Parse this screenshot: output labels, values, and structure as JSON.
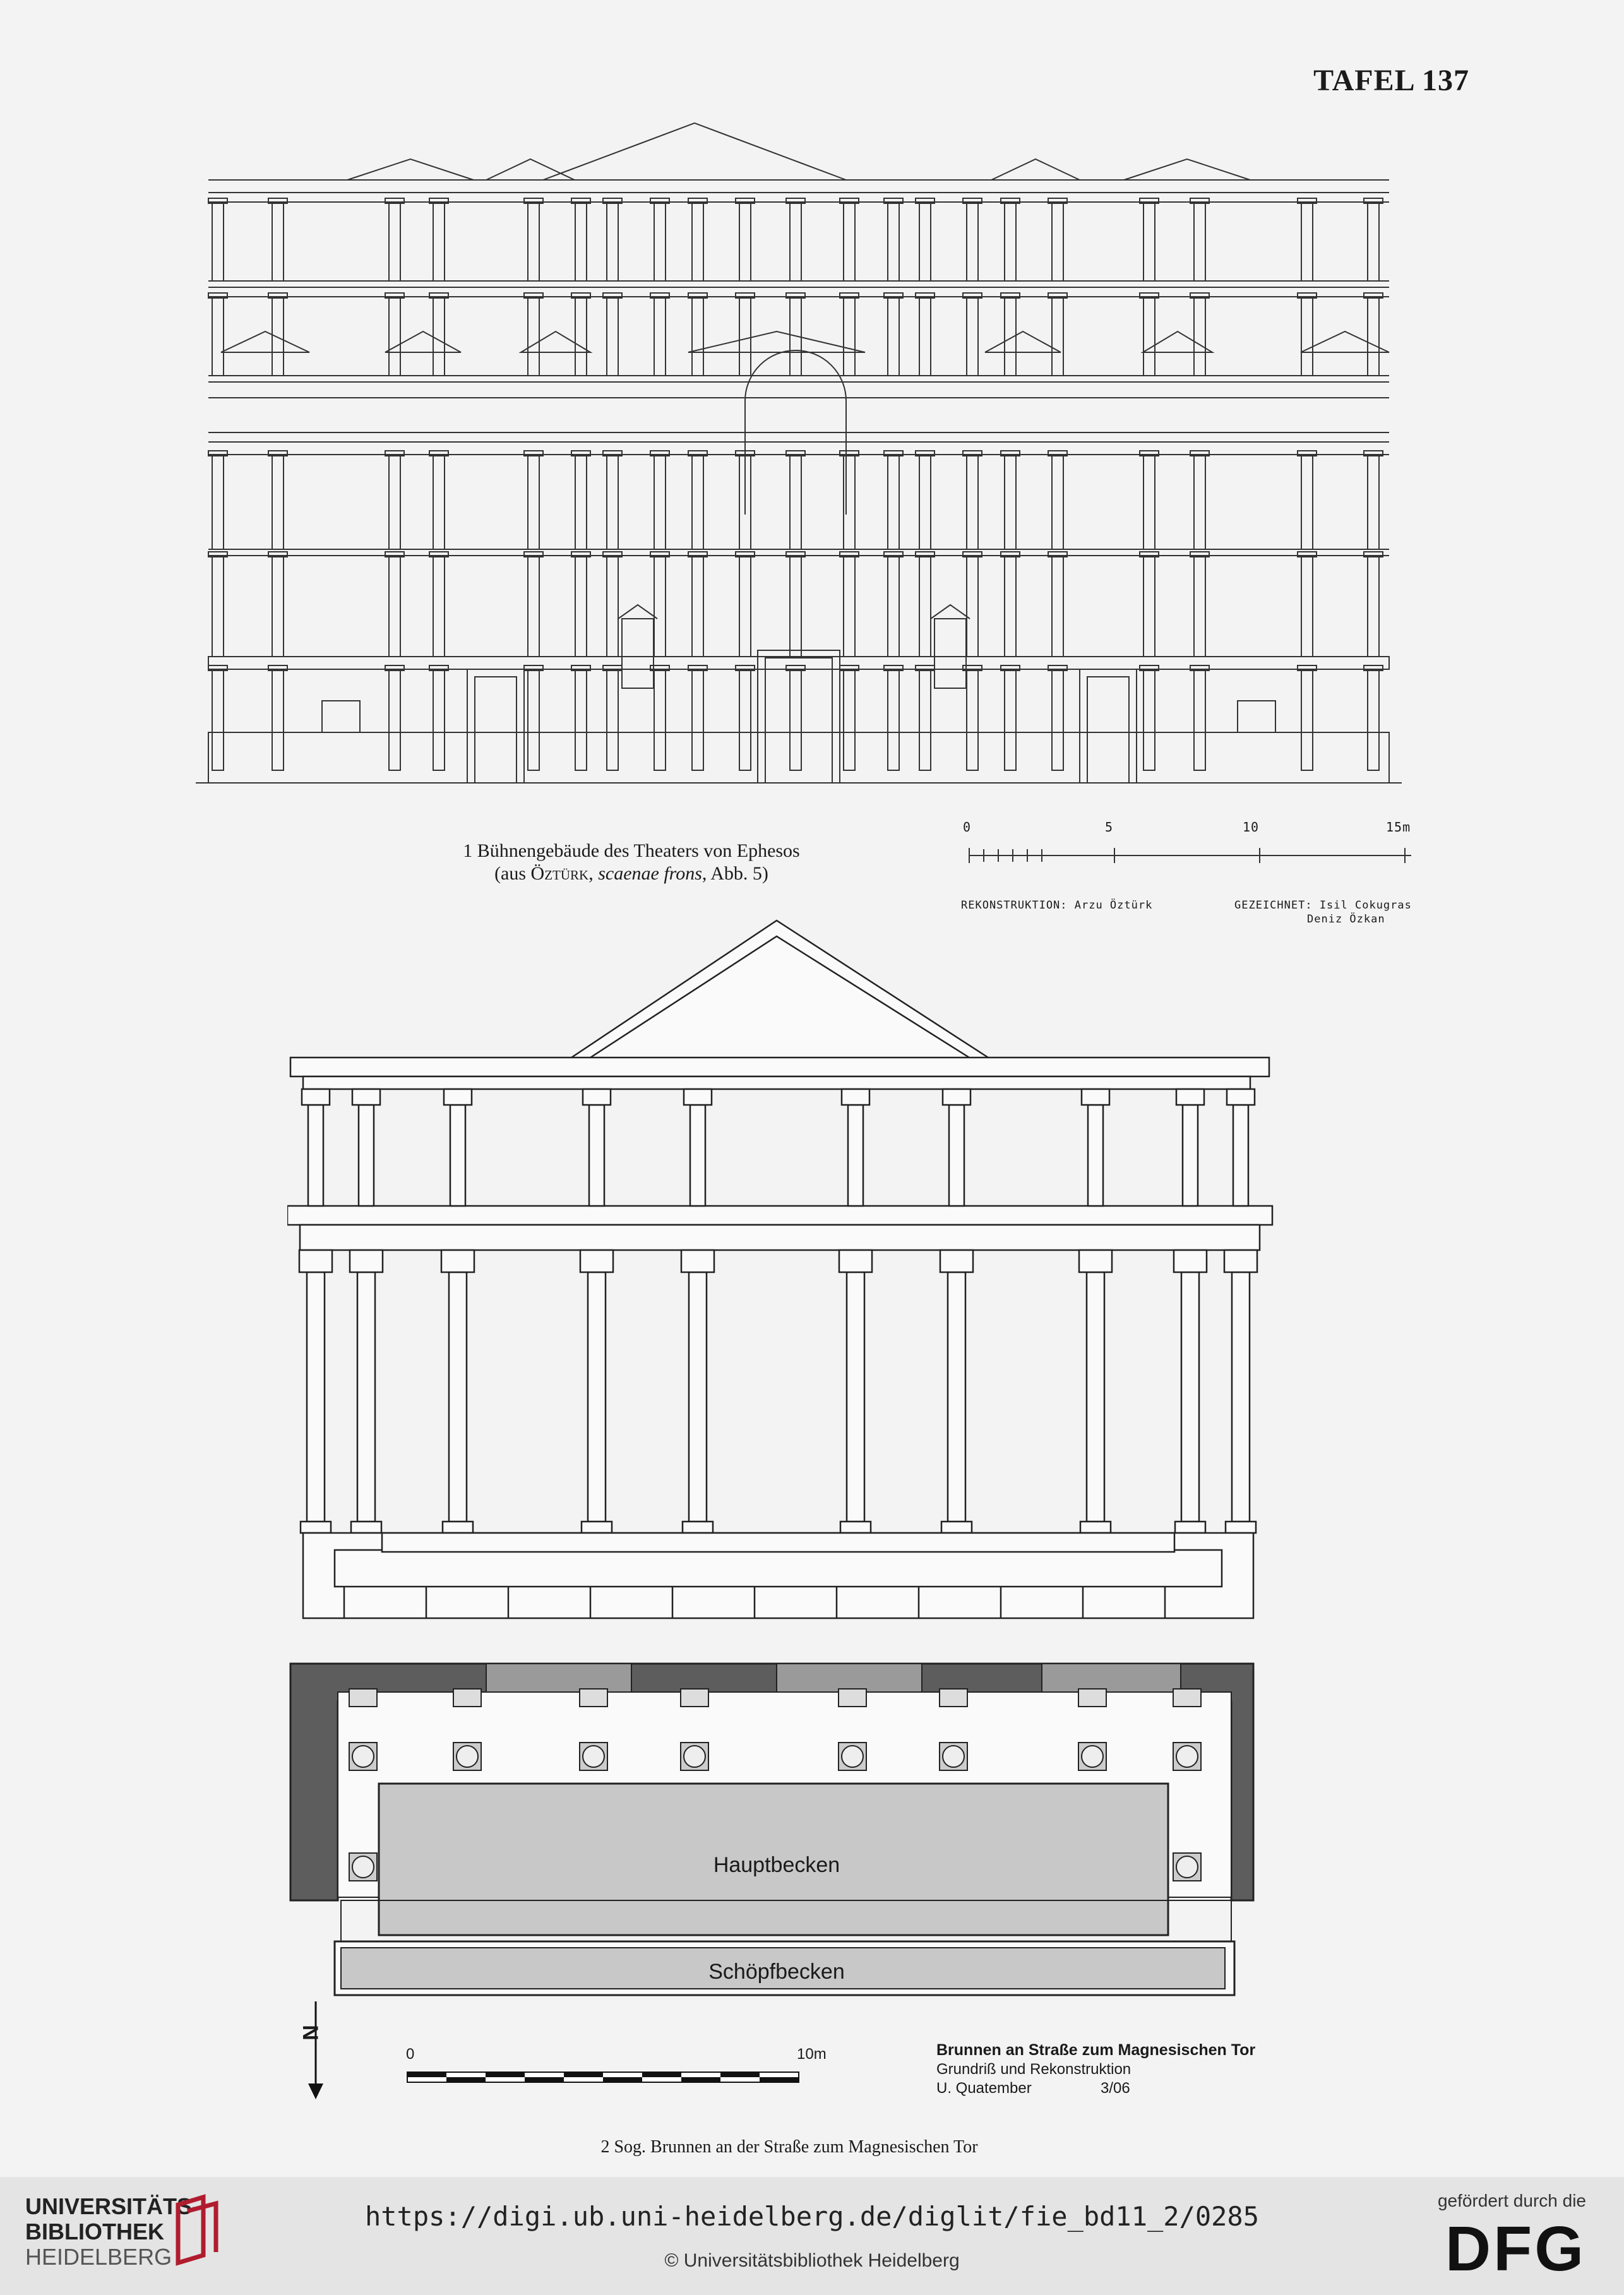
{
  "plate": {
    "title": "TAFEL 137"
  },
  "figure1": {
    "caption_line1": "1 Bühnengebäude des Theaters von Ephesos",
    "caption_line2_prefix": "(aus ",
    "caption_line2_author": "Öztürk",
    "caption_line2_sep": ", ",
    "caption_line2_work": "scaenae frons",
    "caption_line2_suffix": ", Abb. 5)",
    "scale_ticks": [
      "0",
      "5",
      "10",
      "15m"
    ],
    "credit_reconstruction": "REKONSTRUKTION: Arzu Öztürk",
    "credit_drawn_label": "GEZEICHNET: Isil Cokugras",
    "credit_drawn_name2": "Deniz Özkan"
  },
  "figure2": {
    "label_main_basin": "Hauptbecken",
    "label_scoop_basin": "Schöpfbecken",
    "north_label": "N",
    "scale_start": "0",
    "scale_end": "10m",
    "legend_title": "Brunnen an Straße zum Magnesischen Tor",
    "legend_line2": "Grundriß und Rekonstruktion",
    "legend_author": "U. Quatember",
    "legend_date": "3/06",
    "caption": "2 Sog. Brunnen an der Straße zum Magnesischen Tor"
  },
  "footer": {
    "url": "https://digi.ub.uni-heidelberg.de/diglit/fie_bd11_2/0285",
    "copyright": "© Universitätsbibliothek Heidelberg",
    "library_line1": "UNIVERSITÄTS-",
    "library_line2": "BIBLIOTHEK",
    "library_line3": "HEIDELBERG",
    "funder_note": "gefördert durch die",
    "funder_logo": "DFG"
  }
}
